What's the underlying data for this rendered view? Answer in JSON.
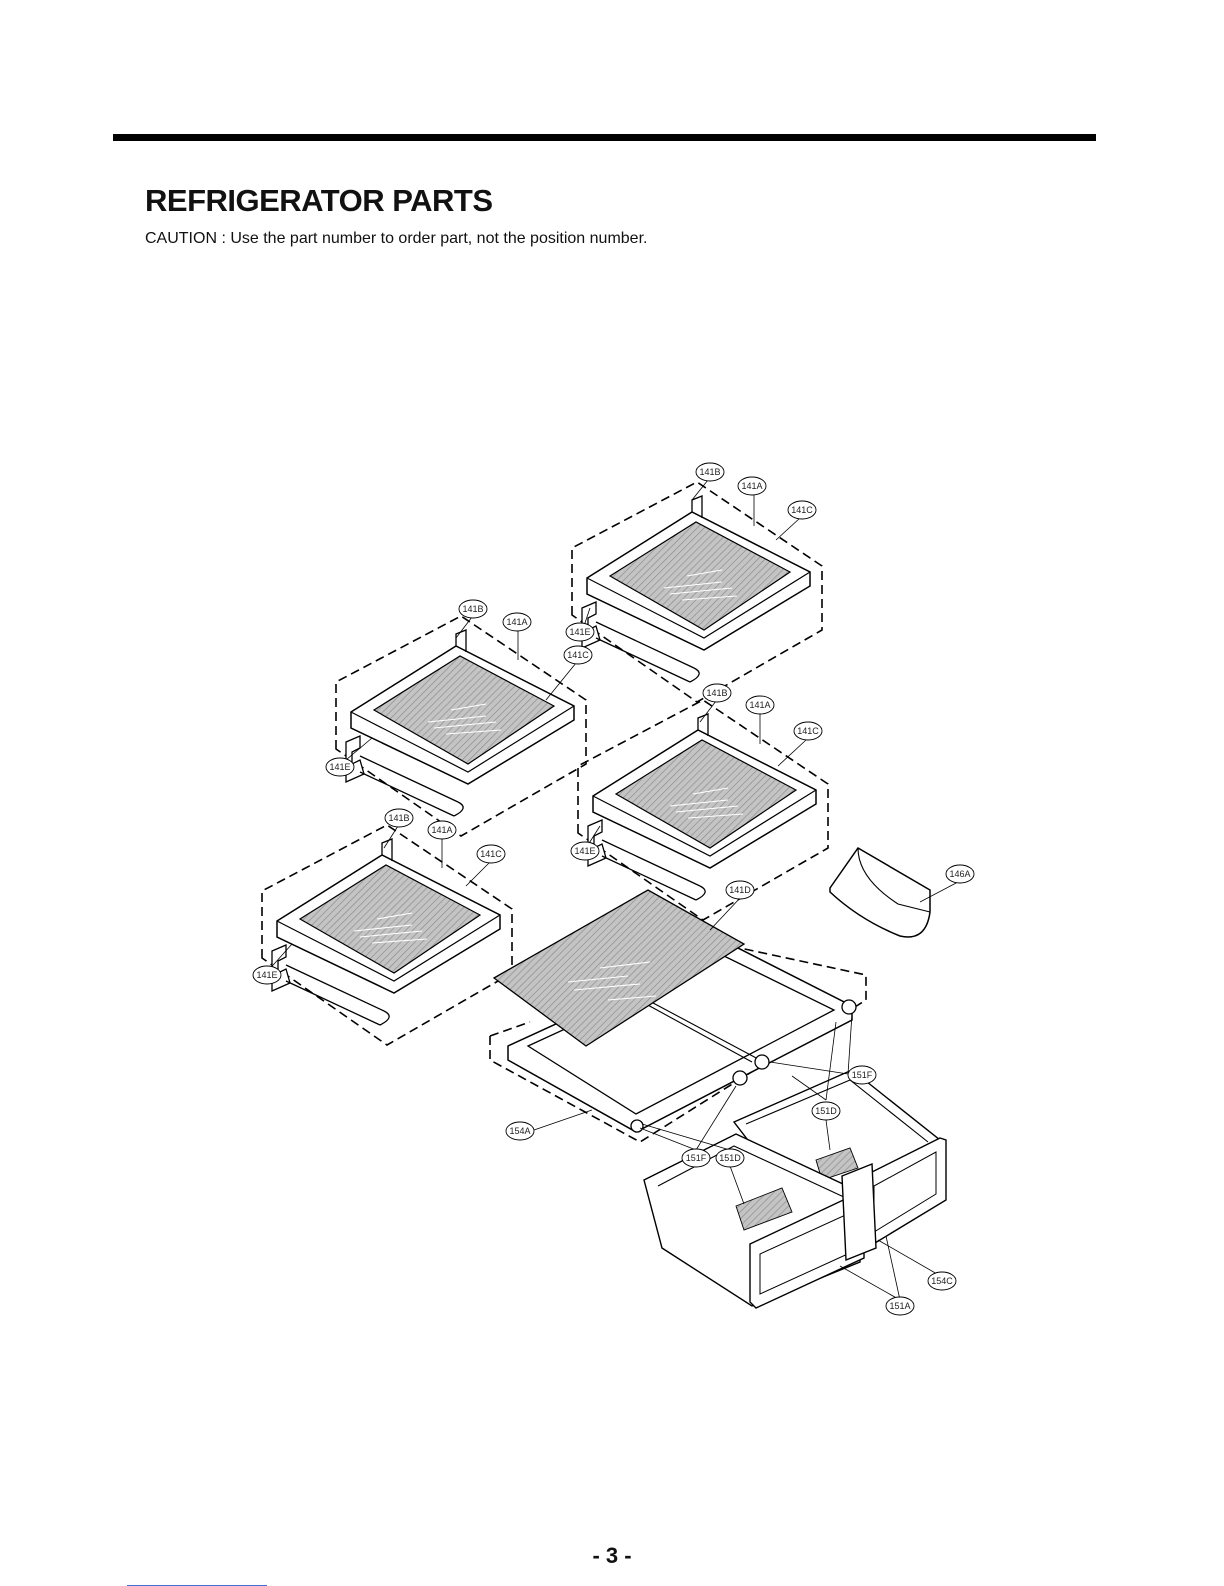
{
  "header": {
    "title": "REFRIGERATOR PARTS",
    "caution": "CAUTION : Use the part number to order part, not the position number."
  },
  "diagram": {
    "callouts": [
      "141B",
      "141A",
      "141C",
      "141E",
      "141B",
      "141A",
      "141E",
      "141C",
      "141B",
      "141A",
      "141C",
      "141E",
      "141B",
      "141A",
      "141C",
      "141E",
      "141D",
      "146A",
      "151F",
      "151D",
      "154A",
      "151F",
      "151D",
      "154C",
      "151A"
    ]
  },
  "footer": {
    "page_number": "- 3 -"
  }
}
